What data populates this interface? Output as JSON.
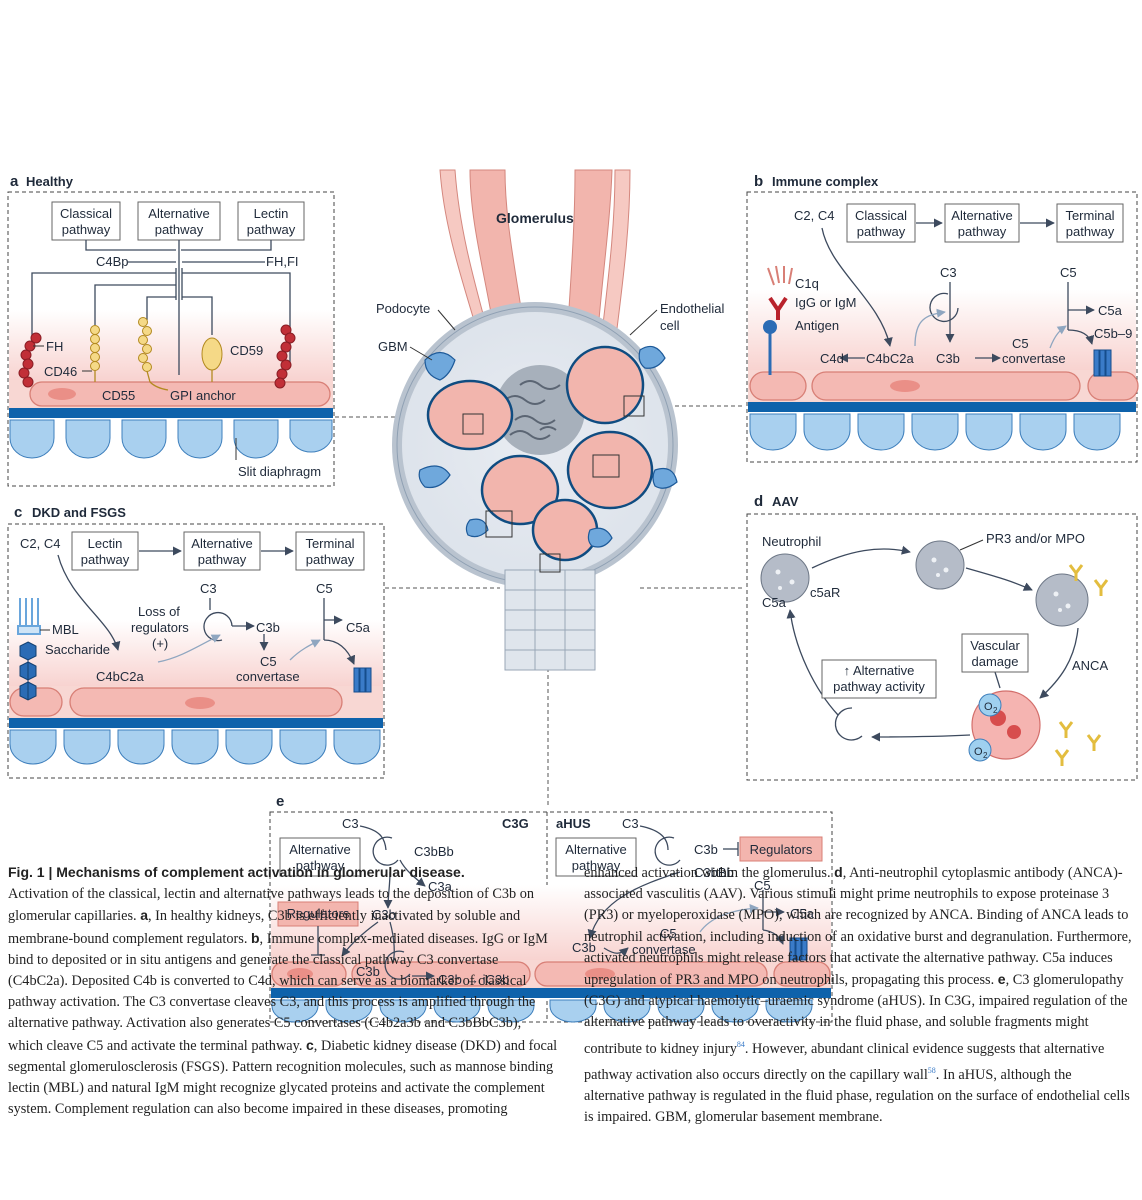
{
  "figure": {
    "center_title": "Glomerulus",
    "center_labels": {
      "podocyte": "Podocyte",
      "gbm": "GBM",
      "endothelial": "Endothelial",
      "cell": "cell"
    },
    "panel_a": {
      "letter": "a",
      "title": "Healthy",
      "boxes": [
        {
          "line1": "Classical",
          "line2": "pathway"
        },
        {
          "line1": "Alternative",
          "line2": "pathway"
        },
        {
          "line1": "Lectin",
          "line2": "pathway"
        }
      ],
      "labels": {
        "c4bp": "C4Bp",
        "fhfi": "FH,FI",
        "fh": "FH",
        "cd46": "CD46",
        "cd55": "CD55",
        "gpi": "GPI anchor",
        "cd59": "CD59",
        "slit": "Slit diaphragm"
      }
    },
    "panel_b": {
      "letter": "b",
      "title": "Immune complex",
      "c2c4": "C2, C4",
      "boxes": [
        {
          "line1": "Classical",
          "line2": "pathway"
        },
        {
          "line1": "Alternative",
          "line2": "pathway"
        },
        {
          "line1": "Terminal",
          "line2": "pathway"
        }
      ],
      "labels": {
        "c1q": "C1q",
        "igg": "IgG or IgM",
        "antigen": "Antigen",
        "c3": "C3",
        "c5": "C5",
        "c5a": "C5a",
        "c5b9": "C5b–9",
        "c4d": "C4d",
        "c4bc2a": "C4bC2a",
        "c3b": "C3b",
        "c5conv1": "C5",
        "c5conv2": "convertase"
      }
    },
    "panel_c": {
      "letter": "c",
      "title": "DKD and FSGS",
      "c2c4": "C2, C4",
      "boxes": [
        {
          "line1": "Lectin",
          "line2": "pathway"
        },
        {
          "line1": "Alternative",
          "line2": "pathway"
        },
        {
          "line1": "Terminal",
          "line2": "pathway"
        }
      ],
      "labels": {
        "mbl": "MBL",
        "saccharide": "Saccharide",
        "loss1": "Loss of",
        "loss2": "regulators",
        "loss3": "(+)",
        "c3": "C3",
        "c3b": "C3b",
        "c5": "C5",
        "c5a": "C5a",
        "c5conv1": "C5",
        "c5conv2": "convertase",
        "c4bc2a": "C4bC2a"
      }
    },
    "panel_d": {
      "letter": "d",
      "title": "AAV",
      "labels": {
        "neutrophil": "Neutrophil",
        "pr3": "PR3 and/or MPO",
        "c5ar": "c5aR",
        "c5a": "C5a",
        "vascular1": "Vascular",
        "vascular2": "damage",
        "alt1": "↑ Alternative",
        "alt2": "pathway activity",
        "anca": "ANCA",
        "o2": "O",
        "o2sub": "2"
      }
    },
    "panel_e": {
      "letter": "e",
      "c3g": "C3G",
      "ahus": "aHUS",
      "c3g_labels": {
        "c3": "C3",
        "box1": "Alternative",
        "box2": "pathway",
        "c3bbb": "C3bBb",
        "c3a": "C3a",
        "regulators": "Regulators",
        "c3b1": "C3b",
        "c3b2": "C3b",
        "c3b3": "C3b",
        "ic3b": "→ iC3b"
      },
      "ahus_labels": {
        "c3": "C3",
        "box1": "Alternative",
        "box2": "pathway",
        "c3b": "C3b",
        "regulators": "Regulators",
        "c3bbb": "C3bBb",
        "c5": "C5",
        "c5a": "C5a",
        "c3b2": "C3b",
        "c5conv1": "C5",
        "c5conv2": "convertase"
      }
    }
  },
  "caption": {
    "heading": "Fig. 1 | Mechanisms of complement activation in glomerular disease.",
    "left_1": "Activation of the classical, lectin and alternative pathways leads to the deposition of C3b on glomerular capillaries. ",
    "left_a": "a",
    "left_2": ", In healthy kidneys, C3b is efficiently inactivated by soluble and membrane-bound complement regulators. ",
    "left_b": "b",
    "left_3": ", Immune complex-mediated diseases. IgG or IgM bind to deposited or in situ antigens and generate the classical pathway C3 convertase (C4bC2a). Deposited C4b is converted to C4d, which can serve as a biomarker of classical pathway activation. The C3 convertase cleaves C3, and this process is amplified through the alternative pathway. Activation also generates C5 convertases (C4b2a3b and C3bBbC3b), which cleave C5 and activate the terminal pathway. ",
    "left_c": "c",
    "left_4": ", Diabetic kidney disease (DKD) and focal segmental glomerulosclerosis (FSGS). Pattern recognition molecules, such as mannose binding lectin (MBL) and natural IgM might recognize glycated proteins and activate the complement system. Complement regulation can also become impaired in these diseases, promoting",
    "right_1": "enhanced activation within the glomerulus. ",
    "right_d": "d",
    "right_2": ", Anti-neutrophil cytoplasmic antibody (ANCA)-associated vasculitis (AAV). Various stimuli might prime neutrophils to expose proteinase 3 (PR3) or myeloperoxidase (MPO), which are recognized by ANCA. Binding of ANCA leads to neutrophil activation, including induction of an oxidative burst and degranulation. Furthermore, activated neutrophils might release factors that activate the alternative pathway. C5a induces upregulation of PR3 and MPO on neutrophils, propagating this process. ",
    "right_e": "e",
    "right_3": ", C3 glomerulopathy (C3G) and atypical haemolytic–uraemic syndrome (aHUS). In C3G, impaired regulation of the alternative pathway leads to overactivity in the fluid phase, and soluble fragments might contribute to kidney injury",
    "ref1": "84",
    "right_4": ". However, abundant clinical evidence suggests that alternative pathway activation also occurs directly on the capillary wall",
    "ref2": "58",
    "right_5": ". In aHUS, although the alternative pathway is regulated in the fluid phase, regulation on the surface of endothelial cells is impaired. GBM, glomerular basement membrane."
  }
}
